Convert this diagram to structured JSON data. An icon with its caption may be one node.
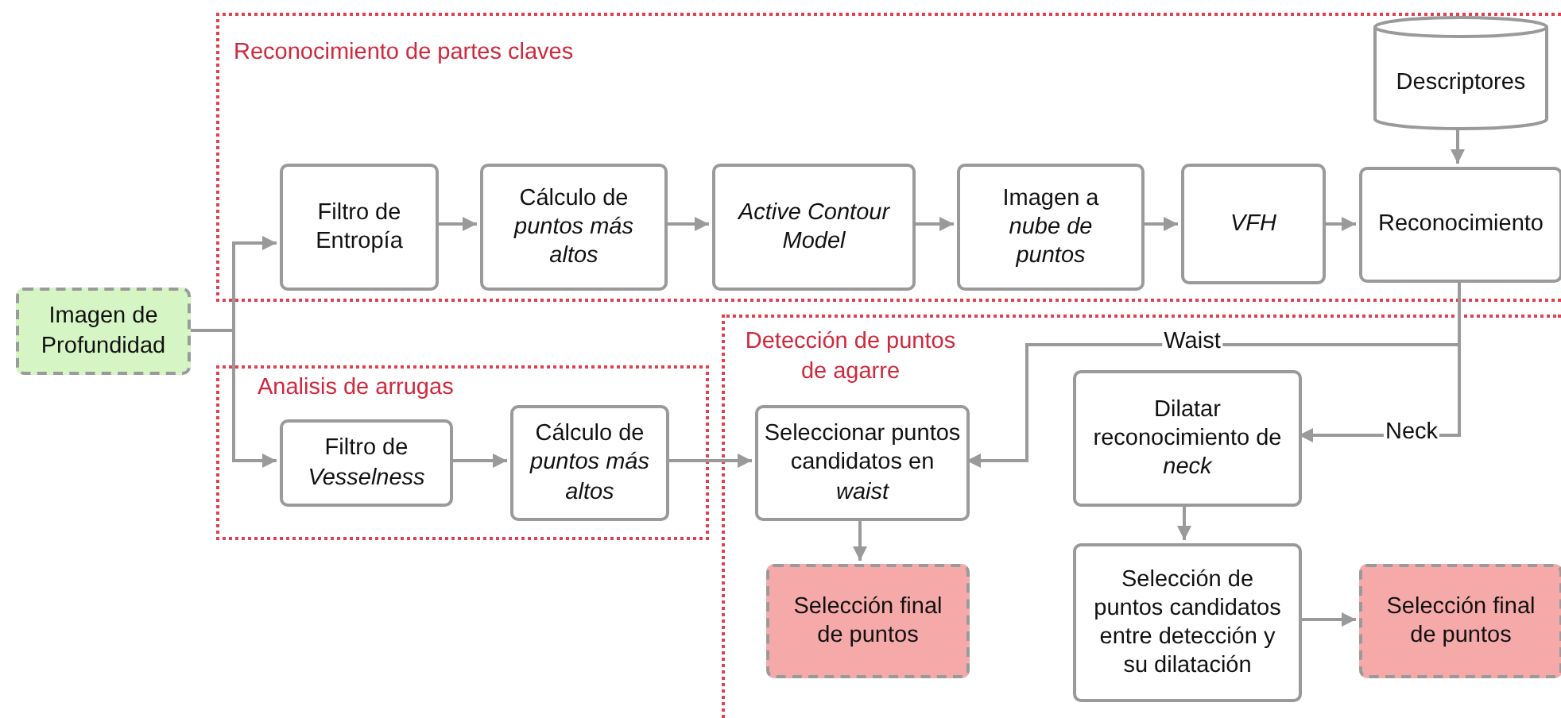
{
  "diagram": {
    "nodes": [
      {
        "text": [
          "Reconocimiento de partes claves"
        ]
      },
      {
        "text": [
          "Filtro de Entropía"
        ],
        "in": 0
      },
      {
        "text": [
          "Cálculo de *puntos más altos*"
        ],
        "in": 0
      },
      {
        "text": [
          "Active Contour Model"
        ],
        "in": 0
      },
      {
        "text": [
          "Imagen a *nube de puntos*"
        ],
        "in": 0
      },
      {
        "text": [
          "VFH"
        ],
        "in": 0
      },
      {
        "text": [
          "Reconocimiento"
        ],
        "in": 0
      },
      {
        "text": [
          "Descriptores"
        ],
        "in": 0
      },
      {
        "text": [
          "Imagen de Profundidad"
        ]
      },
      {
        "text": [
          "Analisis de arrugas"
        ]
      },
      {
        "text": [
          "Filtro de *Vesselness*"
        ],
        "in": 9
      },
      {
        "text": [
          "Cálculo de *puntos más altos*"
        ],
        "in": 9
      },
      {
        "text": [
          "Detección de puntos de agarre"
        ]
      },
      {
        "text": [
          "Seleccionar puntos candidatos en *waist*"
        ],
        "in": 12
      },
      {
        "text": [
          "Selección final de puntos"
        ],
        "in": 12
      },
      {
        "text": [
          "Dilatar reconocimiento de *neck*"
        ],
        "in": 12
      },
      {
        "text": [
          "Selección de puntos candidatos entre detección y su dilatación"
        ],
        "in": 12
      },
      {
        "text": [
          "Selección final de puntos"
        ],
        "in": 12
      }
    ],
    "edges": [
      {
        "from": 8,
        "to": 1,
        "arrow": "to"
      },
      {
        "from": 8,
        "to": 10,
        "arrow": "to"
      },
      {
        "from": 1,
        "to": 2,
        "arrow": "to"
      },
      {
        "from": 2,
        "to": 3,
        "arrow": "to"
      },
      {
        "from": 3,
        "to": 4,
        "arrow": "to"
      },
      {
        "from": 4,
        "to": 5,
        "arrow": "to"
      },
      {
        "from": 5,
        "to": 6,
        "arrow": "to"
      },
      {
        "from": 7,
        "to": 6,
        "arrow": "to"
      },
      {
        "from": 10,
        "to": 11,
        "arrow": "to"
      },
      {
        "from": 11,
        "to": 13,
        "arrow": "to"
      },
      {
        "from": 6,
        "to": 13,
        "arrow": "to",
        "label": "Waist"
      },
      {
        "from": 6,
        "to": 15,
        "arrow": "to",
        "label": "Neck"
      },
      {
        "from": 13,
        "to": 14,
        "arrow": "to"
      },
      {
        "from": 15,
        "to": 16,
        "arrow": "to"
      },
      {
        "from": 16,
        "to": 17,
        "arrow": "to"
      }
    ]
  }
}
